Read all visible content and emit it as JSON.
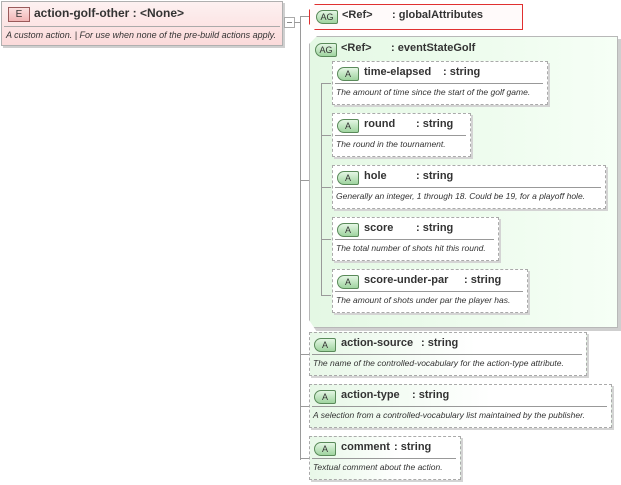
{
  "element": {
    "badge": "E",
    "name": "action-golf-other",
    "type_sep": " : ",
    "type": "<None>",
    "description": "A custom action. | For use when none of the pre-build actions apply."
  },
  "attribute_group_ref": {
    "badge": "AG",
    "ref": "<Ref>",
    "name": ": globalAttributes"
  },
  "attribute_group": {
    "badge": "AG",
    "ref": "<Ref>",
    "name": ": eventStateGolf",
    "attributes": [
      {
        "badge": "A",
        "name": "time-elapsed",
        "type": ": string",
        "description": "The amount of time since the start of the golf game."
      },
      {
        "badge": "A",
        "name": "round",
        "type": ": string",
        "description": "The round in the tournament."
      },
      {
        "badge": "A",
        "name": "hole",
        "type": ": string",
        "description": "Generally an integer, 1 through 18. Could be 19, for a playoff hole."
      },
      {
        "badge": "A",
        "name": "score",
        "type": ": string",
        "description": "The total number of shots hit this round."
      },
      {
        "badge": "A",
        "name": "score-under-par",
        "type": ": string",
        "description": "The amount of shots under par the player has."
      }
    ]
  },
  "attributes": [
    {
      "badge": "A",
      "name": "action-source",
      "type": ": string",
      "description": "The name of the controlled-vocabulary for the action-type attribute."
    },
    {
      "badge": "A",
      "name": "action-type",
      "type": ": string",
      "description": "A selection from a controlled-vocabulary list maintained by the publisher."
    },
    {
      "badge": "A",
      "name": "comment",
      "type": ": string",
      "description": "Textual comment about the action."
    }
  ],
  "colors": {
    "element_bg": "#fbdada",
    "ref_border": "#e03030",
    "group_bg": "#e4f8e4",
    "badge_green": "#9fd49f"
  }
}
